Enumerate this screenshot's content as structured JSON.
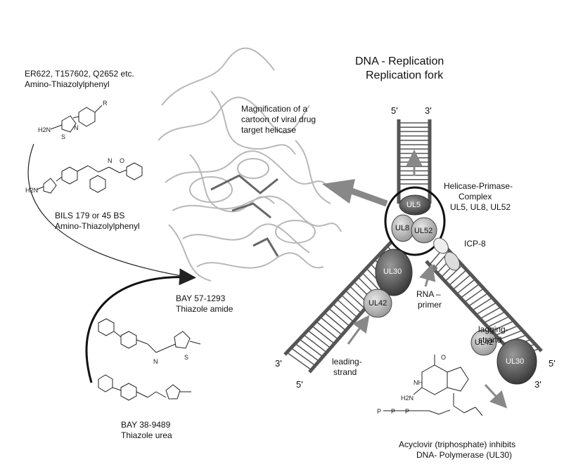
{
  "title": {
    "line1": "DNA - Replication",
    "line2": "Replication fork"
  },
  "compounds": {
    "amino1": {
      "codes": "ER622, T157602, Q2652 etc.",
      "class": "Amino-Thiazolylphenyl"
    },
    "amino2": {
      "codes": "BILS 179 or 45 BS",
      "class": "Amino-Thiazolylphenyl"
    },
    "bay57": {
      "codes": "BAY 57-1293",
      "class": "Thiazole amide"
    },
    "bay38": {
      "codes": "BAY 38-9489",
      "class": "Thiazole urea"
    }
  },
  "helicase_caption": {
    "line1": "Magnification of a",
    "line2": "cartoon of viral drug",
    "line3": "target helicase"
  },
  "complex": {
    "line1": "Helicase-Primase-",
    "line2": "Complex",
    "line3": "UL5, UL8, UL52"
  },
  "proteins": {
    "ul5": "UL5",
    "ul8": "UL8",
    "ul52": "UL52",
    "ul30a": "UL30",
    "ul42a": "UL42",
    "ul42b": "UL42",
    "ul30b": "UL30",
    "icp8": "ICP-8"
  },
  "primer": {
    "line1": "RNA –",
    "line2": "primer"
  },
  "leading": {
    "line1": "leading-",
    "line2": "strand"
  },
  "lagging": {
    "line1": "lagging-",
    "line2": "strand"
  },
  "ends": {
    "top5": "5'",
    "top3": "3'",
    "left3": "3'",
    "left5": "5'",
    "right5": "5'",
    "right3": "3'"
  },
  "acyclovir": {
    "line1": "Acyclovir (triphosphate)  inhibits",
    "line2": "DNA- Polymerase (UL30)"
  },
  "struct_labels": {
    "r": "R",
    "h2n": "H2N",
    "s": "S",
    "n": "N",
    "o": "O",
    "nh": "NH",
    "p": "P"
  }
}
